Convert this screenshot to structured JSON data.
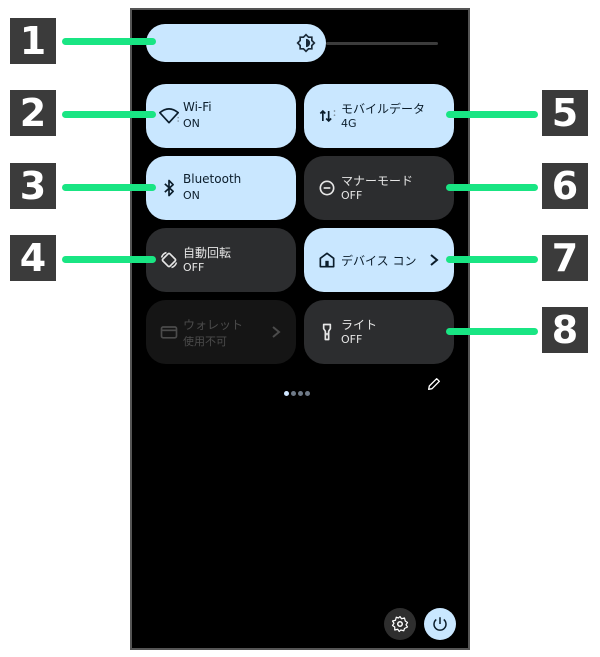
{
  "brightness": {
    "icon": "brightness-icon"
  },
  "tiles": {
    "wifi": {
      "label": "Wi-Fi",
      "status": "ON",
      "icon": "wifi-icon"
    },
    "mobile": {
      "label": "モバイルデータ",
      "status": "4G",
      "icon": "mobile-data-icon"
    },
    "bluetooth": {
      "label": "Bluetooth",
      "status": "ON",
      "icon": "bluetooth-icon"
    },
    "manner": {
      "label": "マナーモード",
      "status": "OFF",
      "icon": "do-not-disturb-icon"
    },
    "rotate": {
      "label": "自動回転",
      "status": "OFF",
      "icon": "auto-rotate-icon"
    },
    "device": {
      "label": "デバイス コン",
      "icon": "home-icon"
    },
    "wallet": {
      "label": "ウォレット",
      "status": "使用不可",
      "icon": "wallet-icon"
    },
    "light": {
      "label": "ライト",
      "status": "OFF",
      "icon": "flashlight-icon"
    }
  },
  "callouts": [
    "1",
    "2",
    "3",
    "4",
    "5",
    "6",
    "7",
    "8"
  ],
  "colors": {
    "on_tile": "#c9e7ff",
    "off_tile": "#2c2d2f",
    "callout_line": "#19e583",
    "callout_box": "#3b3b3b"
  }
}
